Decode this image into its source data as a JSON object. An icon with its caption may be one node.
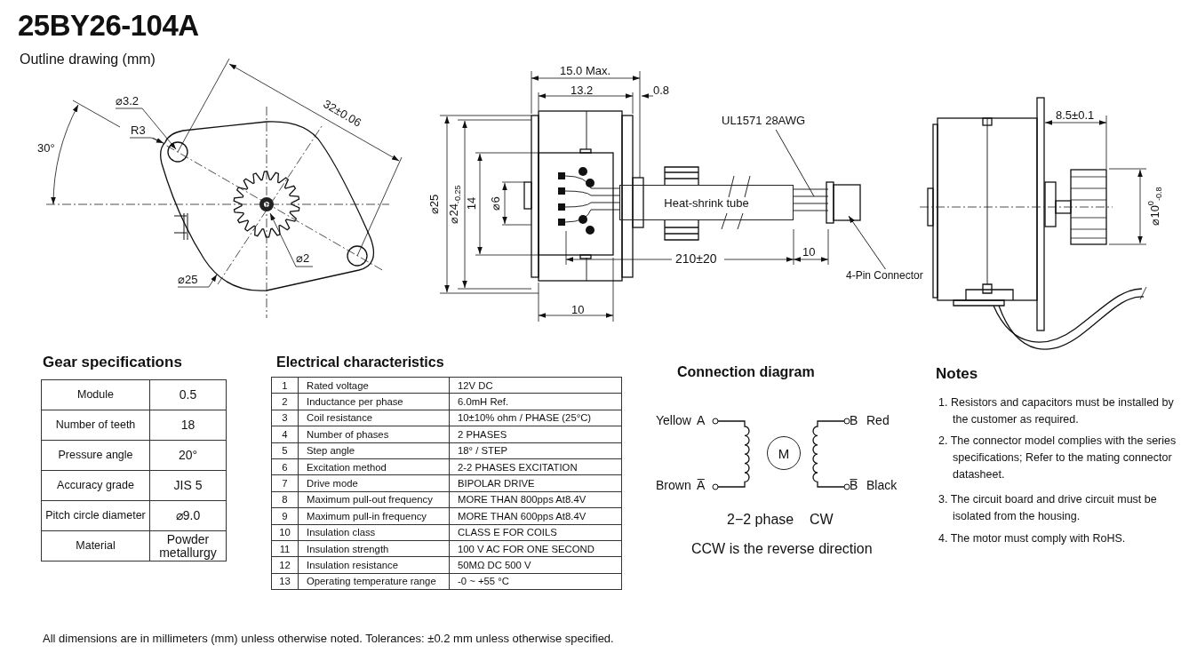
{
  "diagram": {
    "title": "25BY26-104A",
    "caption": "All dimensions are in millimeters (mm) unless otherwise noted.  Tolerances: ±0.2 mm unless otherwise specified.",
    "nodes": [
      {
        "text": [
          "Heat-shrink tube"
        ]
      },
      {
        "text": [
          "UL1571 28AWG"
        ]
      },
      {
        "text": [
          "4-Pin Connector"
        ]
      },
      {
        "text": [
          "M"
        ]
      }
    ],
    "edges": [
      {
        "from": 1,
        "to": null,
        "arrow": "none"
      },
      {
        "from": 2,
        "to": null,
        "arrow": "to"
      }
    ],
    "labels": [
      "Outline drawing (mm)",
      "30°",
      "⌀3.2",
      "R3",
      "32±0.06",
      "⌀2",
      "⌀25",
      "15.0 Max.",
      "13.2",
      "0.8",
      "⌀25",
      "⌀24$_{-0.25}$",
      "14",
      "⌀6",
      "210±20",
      "10",
      "10",
      "8.5±0.1",
      "⌀10$^{0}$$_{-0.8}$",
      "Gear specifications",
      "Module",
      "0.5",
      "Number of teeth",
      "18",
      "Pressure angle",
      "20°",
      "Accuracy grade",
      "JIS 5",
      "Pitch circle diameter",
      "⌀9.0",
      "Material",
      "Powder metallurgy",
      "Electrical characteristics",
      "1",
      "Rated voltage",
      "12V DC",
      "2",
      "Inductance per phase",
      "6.0mH Ref.",
      "3",
      "Coil resistance",
      "10±10% ohm / PHASE (25°C)",
      "4",
      "Number of phases",
      "2 PHASES",
      "5",
      "Step angle",
      "18° / STEP",
      "6",
      "Excitation method",
      "2-2 PHASES EXCITATION",
      "7",
      "Drive mode",
      "BIPOLAR DRIVE",
      "8",
      "Maximum pull-out frequency",
      "MORE THAN 800pps At8.4V",
      "9",
      "Maximum pull-in frequency",
      "MORE THAN 600pps At8.4V",
      "10",
      "Insulation class",
      "CLASS E FOR COILS",
      "11",
      "Insulation strength",
      "100 V AC FOR ONE SECOND",
      "12",
      "Insulation resistance",
      "50MΩ DC 500 V",
      "13",
      "Operating temperature range",
      "-0 ~ +55 °C",
      "Connection diagram",
      "Yellow",
      "A",
      "Brown",
      "A̅",
      "B",
      "Red",
      "B̅",
      "Black",
      "2−2 phase",
      "CW",
      "CCW is the reverse direction",
      "Notes",
      "1. Resistors and capacitors must be installed by the customer as required.",
      "2. The connector model complies with the series specifications; Refer to the mating connector datasheet.",
      "3. The circuit board and drive circuit must be isolated from the housing.",
      "4. The motor must comply with RoHS."
    ]
  }
}
